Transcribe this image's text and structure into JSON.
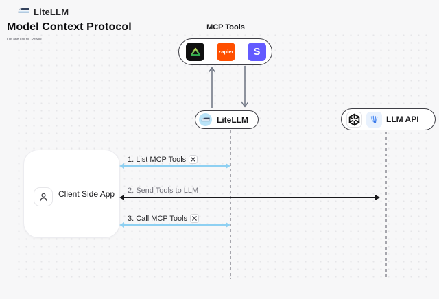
{
  "header": {
    "brand": "LiteLLM",
    "title": "Model Context Protocol",
    "subtitle": "List and call MCP tools"
  },
  "mcp": {
    "label": "MCP Tools",
    "tools": [
      {
        "name": "green-triangle-tool",
        "bg": "#101010"
      },
      {
        "name": "zapier",
        "label": "zapier",
        "bg": "#ff4f00"
      },
      {
        "name": "stripe",
        "label": "S",
        "bg": "#635bff"
      }
    ]
  },
  "nodes": {
    "litellm": {
      "label": "LiteLLM"
    },
    "llm_api": {
      "label": "LLM API"
    },
    "client": {
      "label": "Client Side App"
    }
  },
  "messages": [
    {
      "step": "1. List MCP Tools",
      "tool_icon": true,
      "color": "#8ed0f2"
    },
    {
      "step": "2. Send Tools to LLM",
      "tool_icon": false,
      "color": "#18181b"
    },
    {
      "step": "3. Call MCP Tools",
      "tool_icon": true,
      "color": "#8ed0f2"
    }
  ],
  "colors": {
    "background": "#f7f7f8",
    "node_border": "#3f3f46",
    "lifeline": "#a6a6ad",
    "blue_arrow": "#8ed0f2",
    "black_arrow": "#18181b",
    "vertical_arrow": "#6b7280",
    "litellm_badge_bg": "#b9e3f8",
    "green_triangle_from": "#dde35b",
    "green_triangle_to": "#2fae4f"
  }
}
